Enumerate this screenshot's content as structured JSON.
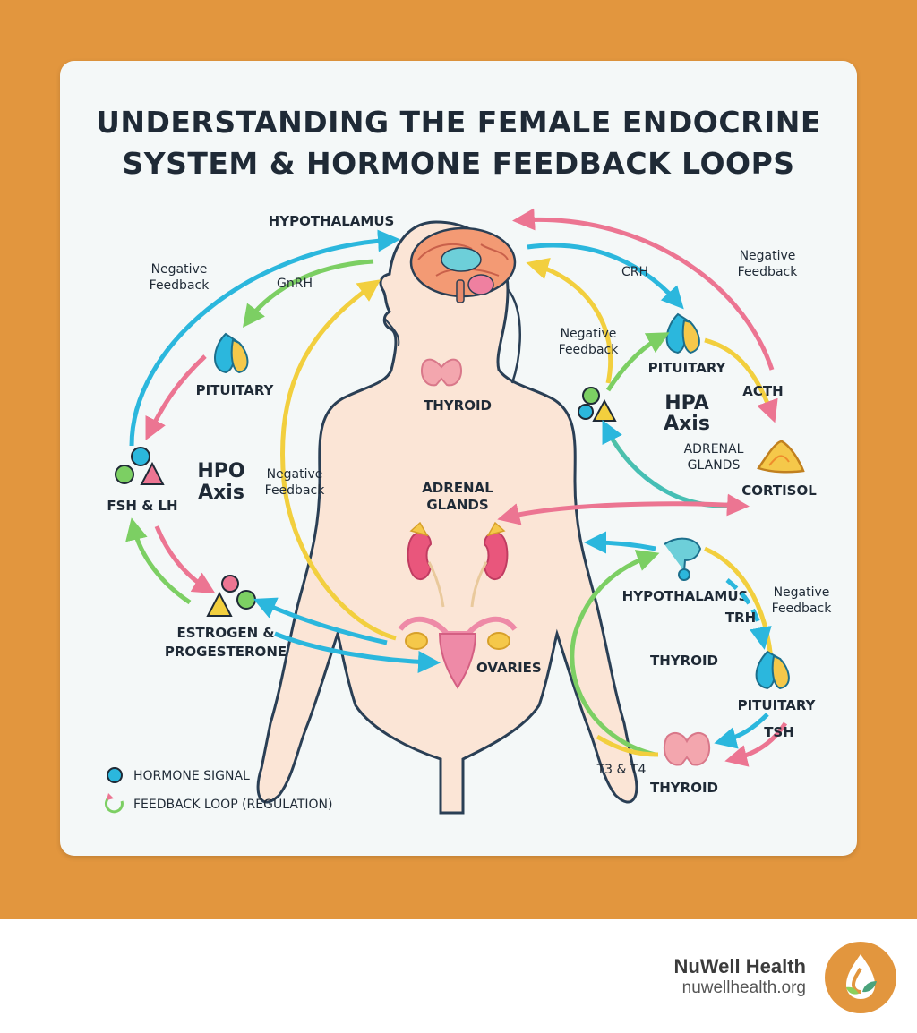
{
  "colors": {
    "background": "#e2963e",
    "card": "#f4f8f8",
    "blue": "#2bb7dd",
    "green": "#7ccf63",
    "pink": "#ec7592",
    "yellow": "#f2cf3e",
    "text": "#1f2a36",
    "logo": "#e2963e"
  },
  "title": {
    "line1": "UNDERSTANDING THE FEMALE ENDOCRINE",
    "line2": "SYSTEM & HORMONE FEEDBACK LOOPS"
  },
  "body": {
    "hypothalamus": "HYPOTHALAMUS",
    "thyroid": "THYROID",
    "adrenal_line1": "ADRENAL",
    "adrenal_line2": "GLANDS",
    "ovaries": "OVARIES"
  },
  "hpo": {
    "axis_line1": "HPO",
    "axis_line2": "Axis",
    "neg_feedback_outer_1": "Negative",
    "neg_feedback_outer_2": "Feedback",
    "gnrh": "GnRH",
    "pituitary": "PITUITARY",
    "fsh_lh": "FSH & LH",
    "neg_feedback_inner_1": "Negative",
    "neg_feedback_inner_2": "Feedback",
    "estrogen": "ESTROGEN &",
    "progesterone": "PROGESTERONE"
  },
  "hpa": {
    "neg_feedback_outer_1": "Negative",
    "neg_feedback_outer_2": "Feedback",
    "crh": "CRH",
    "neg_feedback_inner_1": "Negative",
    "neg_feedback_inner_2": "Feedback",
    "pituitary": "PITUITARY",
    "acth": "ACTH",
    "axis_line1": "HPA",
    "axis_line2": "Axis",
    "adrenal_line1": "ADRENAL",
    "adrenal_line2": "GLANDS",
    "cortisol": "CORTISOL"
  },
  "hpt": {
    "hypothalamus": "HYPOTHALAMUS",
    "neg_feedback_1": "Negative",
    "neg_feedback_2": "Feedback",
    "trh": "TRH",
    "label": "THYROID",
    "pituitary": "PITUITARY",
    "tsh": "TSH",
    "t3t4": "T3 & T4",
    "thyroid": "THYROID"
  },
  "legend": {
    "hormone_signal": "HORMONE SIGNAL",
    "feedback_loop": "FEEDBACK LOOP (REGULATION)"
  },
  "footer": {
    "brand": "NuWell Health",
    "url": "nuwellhealth.org"
  }
}
